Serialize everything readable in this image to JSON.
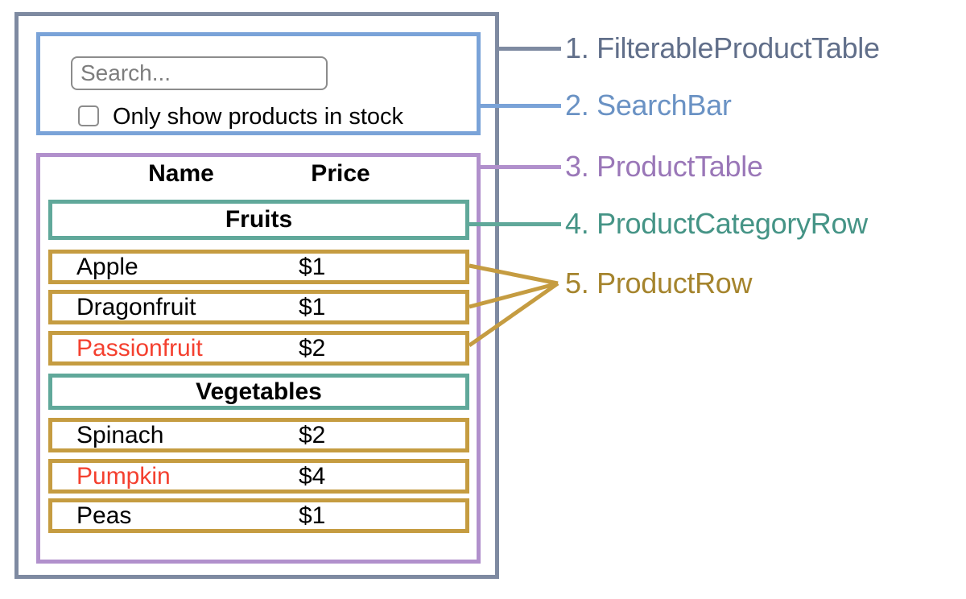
{
  "colors": {
    "outer": "#7e8aa1",
    "blue": "#7aa3d8",
    "purple": "#b190cc",
    "teal": "#60a89a",
    "gold": "#c59c41",
    "lbl1": "#616f8a",
    "lbl2": "#6a92c4",
    "lbl3": "#9a77b8",
    "lbl4": "#459486",
    "lbl5": "#a5842d",
    "oos": "#f4402f"
  },
  "diagram": {
    "search_bar": {
      "placeholder": "Search...",
      "checkbox_checked": false,
      "checkbox_label": "Only show products in stock"
    },
    "table": {
      "headers": {
        "name": "Name",
        "price": "Price"
      },
      "sections": [
        {
          "category": "Fruits",
          "rows": [
            {
              "name": "Apple",
              "price": "$1",
              "out_of_stock": false
            },
            {
              "name": "Dragonfruit",
              "price": "$1",
              "out_of_stock": false
            },
            {
              "name": "Passionfruit",
              "price": "$2",
              "out_of_stock": true
            }
          ]
        },
        {
          "category": "Vegetables",
          "rows": [
            {
              "name": "Spinach",
              "price": "$2",
              "out_of_stock": false
            },
            {
              "name": "Pumpkin",
              "price": "$4",
              "out_of_stock": true
            },
            {
              "name": "Peas",
              "price": "$1",
              "out_of_stock": false
            }
          ]
        }
      ]
    },
    "annotations": [
      {
        "label": "1. FilterableProductTable"
      },
      {
        "label": "2. SearchBar"
      },
      {
        "label": "3. ProductTable"
      },
      {
        "label": "4. ProductCategoryRow"
      },
      {
        "label": "5. ProductRow"
      }
    ]
  }
}
